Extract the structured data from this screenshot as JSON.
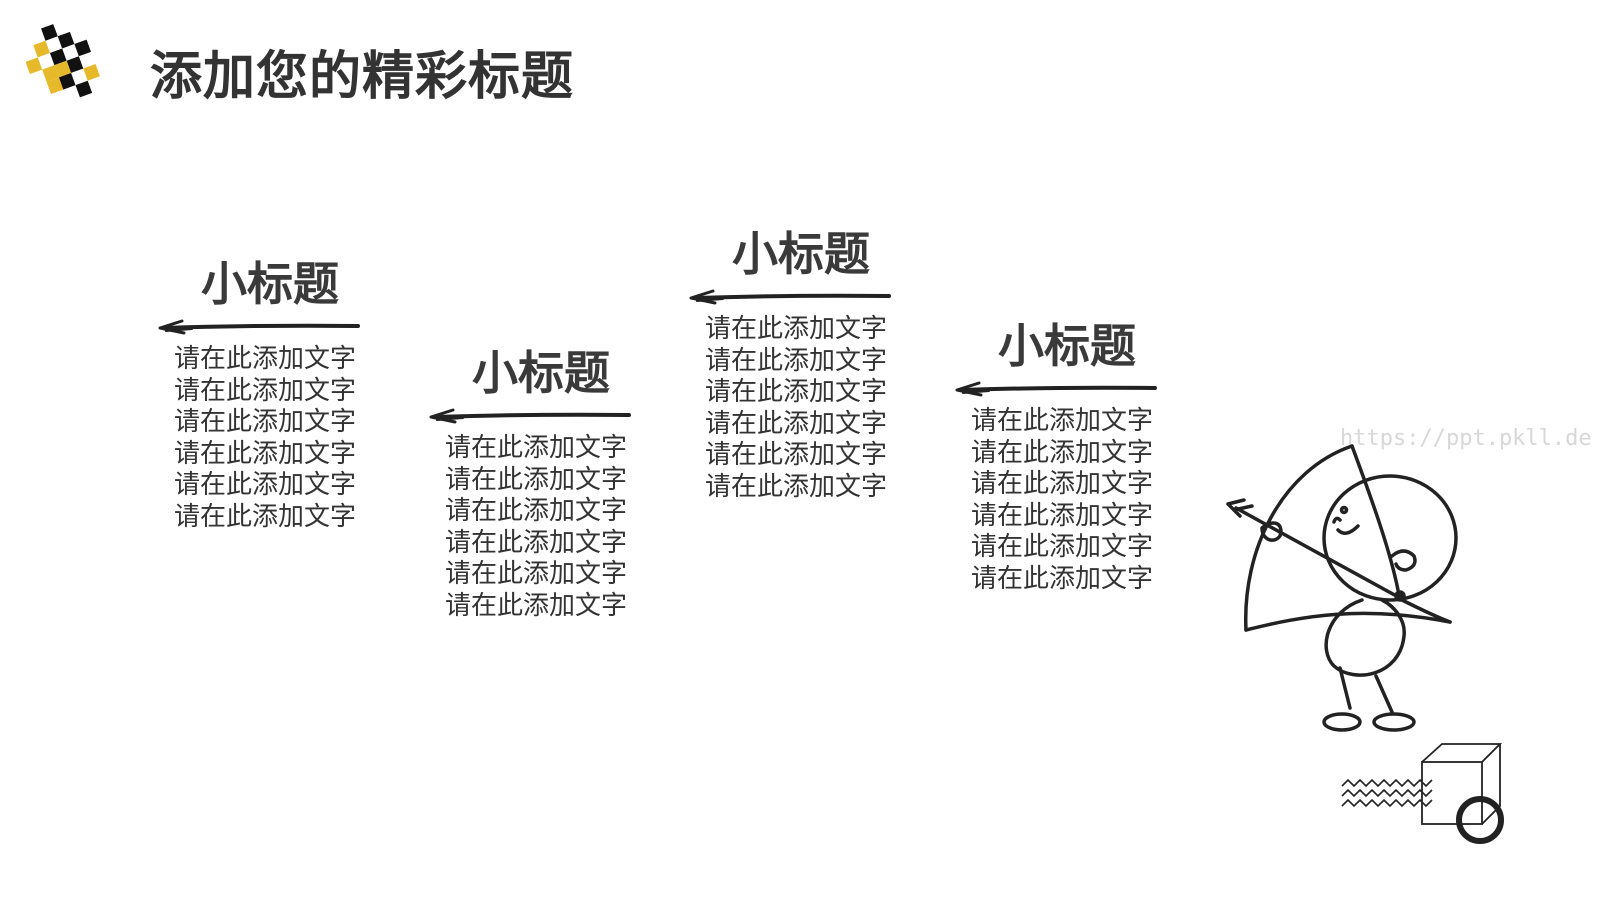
{
  "slide": {
    "title": "添加您的精彩标题",
    "watermark": "https://ppt.pkll.de",
    "accent_color": "#e5b929",
    "dark_color": "#111111"
  },
  "blocks": [
    {
      "subtitle": "小标题",
      "lines": [
        "请在此添加文字",
        "请在此添加文字",
        "请在此添加文字",
        "请在此添加文字",
        "请在此添加文字",
        "请在此添加文字"
      ]
    },
    {
      "subtitle": "小标题",
      "lines": [
        "请在此添加文字",
        "请在此添加文字",
        "请在此添加文字",
        "请在此添加文字",
        "请在此添加文字",
        "请在此添加文字"
      ]
    },
    {
      "subtitle": "小标题",
      "lines": [
        "请在此添加文字",
        "请在此添加文字",
        "请在此添加文字",
        "请在此添加文字",
        "请在此添加文字",
        "请在此添加文字"
      ]
    },
    {
      "subtitle": "小标题",
      "lines": [
        "请在此添加文字",
        "请在此添加文字",
        "请在此添加文字",
        "请在此添加文字",
        "请在此添加文字",
        "请在此添加文字"
      ]
    }
  ],
  "icons": {
    "logo": "checker-logo-icon",
    "arrow": "hand-drawn-arrow-icon",
    "archer": "stick-figure-archer-illustration",
    "cube": "cube-outline-icon",
    "zigzag": "zigzag-lines-icon",
    "circle": "circle-outline-icon"
  }
}
